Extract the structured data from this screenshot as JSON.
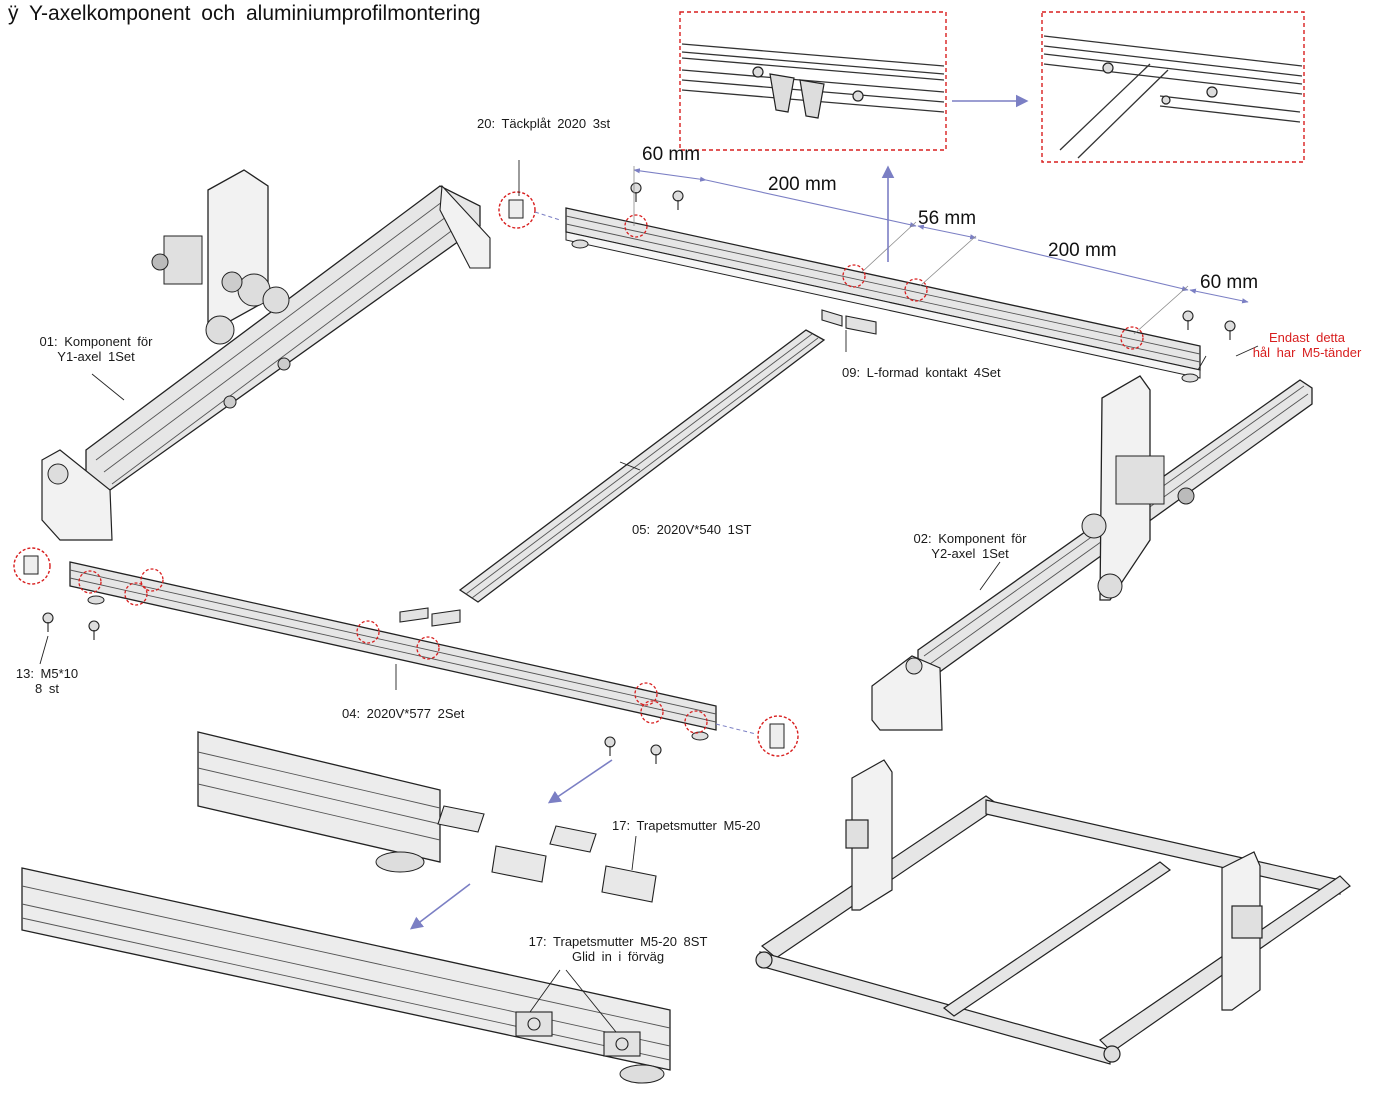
{
  "title": "ÿ Y-axelkomponent och aluminiumprofilmontering",
  "labels": {
    "cover_plate": "20: Täckplåt 2020 3st",
    "y1_line1": "01: Komponent för",
    "y1_line2": "Y1-axel 1Set",
    "l_connector": "09: L-formad kontakt 4Set",
    "profile_540": "05: 2020V*540 1ST",
    "y2_line1": "02: Komponent för",
    "y2_line2": "Y2-axel 1Set",
    "screw_line1": "13: M5*10",
    "screw_line2": "8 st",
    "profile_577": "04: 2020V*577 2Set",
    "tnut": "17: Trapetsmutter M5-20",
    "tnut8_line1": "17: Trapetsmutter M5-20 8ST",
    "tnut8_line2": "Glid in i förväg",
    "m5_line1": "Endast detta",
    "m5_line2": "hål har M5-tänder"
  },
  "dimensions": {
    "d1": "60 mm",
    "d2": "200 mm",
    "d3": "56 mm",
    "d4": "200 mm",
    "d5": "60 mm"
  },
  "colors": {
    "highlight": "#d81e1e",
    "arrow": "#7b7fc4",
    "line": "#222222",
    "profile_fill": "#e6e6e6"
  }
}
